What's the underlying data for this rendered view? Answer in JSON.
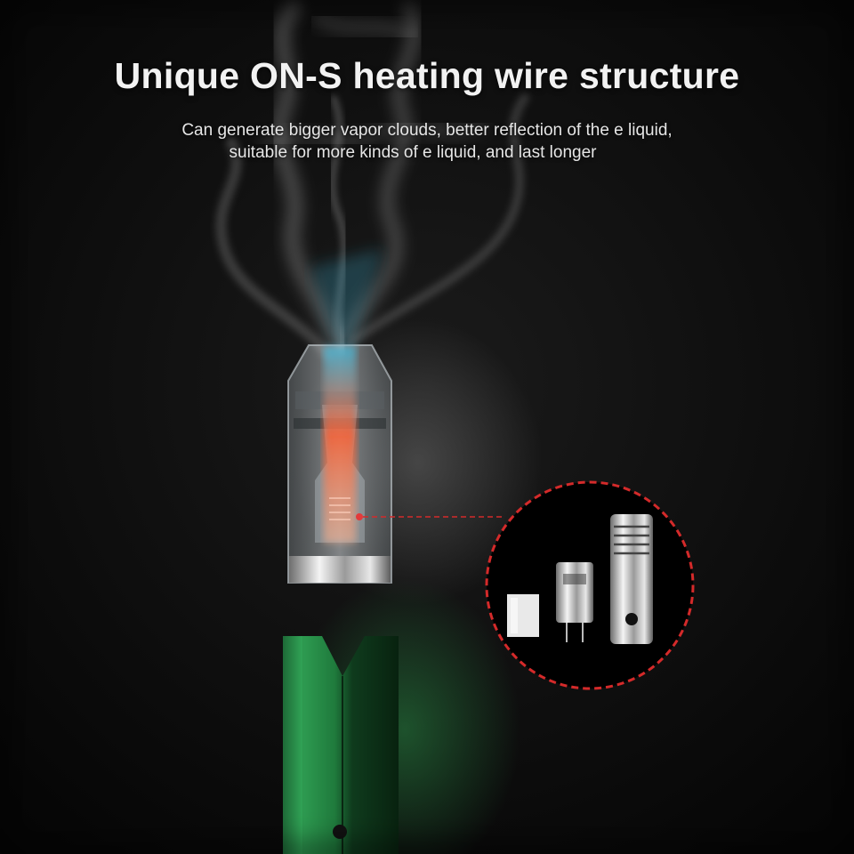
{
  "headline": "Unique ON-S heating wire structure",
  "subtitle_lines": [
    "Can generate bigger vapor clouds, better reflection of the e liquid,",
    "suitable for more kinds of  e liquid, and last longer"
  ],
  "colors": {
    "background": "#0b0b0b",
    "device_green": "#1f7a3c",
    "callout_dash": "#d42a2a",
    "heating_glow": "#ff5a2a",
    "airflow_blue": "#3fb6d8"
  },
  "icons": [
    "smoke-plume",
    "pod-cartridge",
    "device-body",
    "coil-callout"
  ]
}
